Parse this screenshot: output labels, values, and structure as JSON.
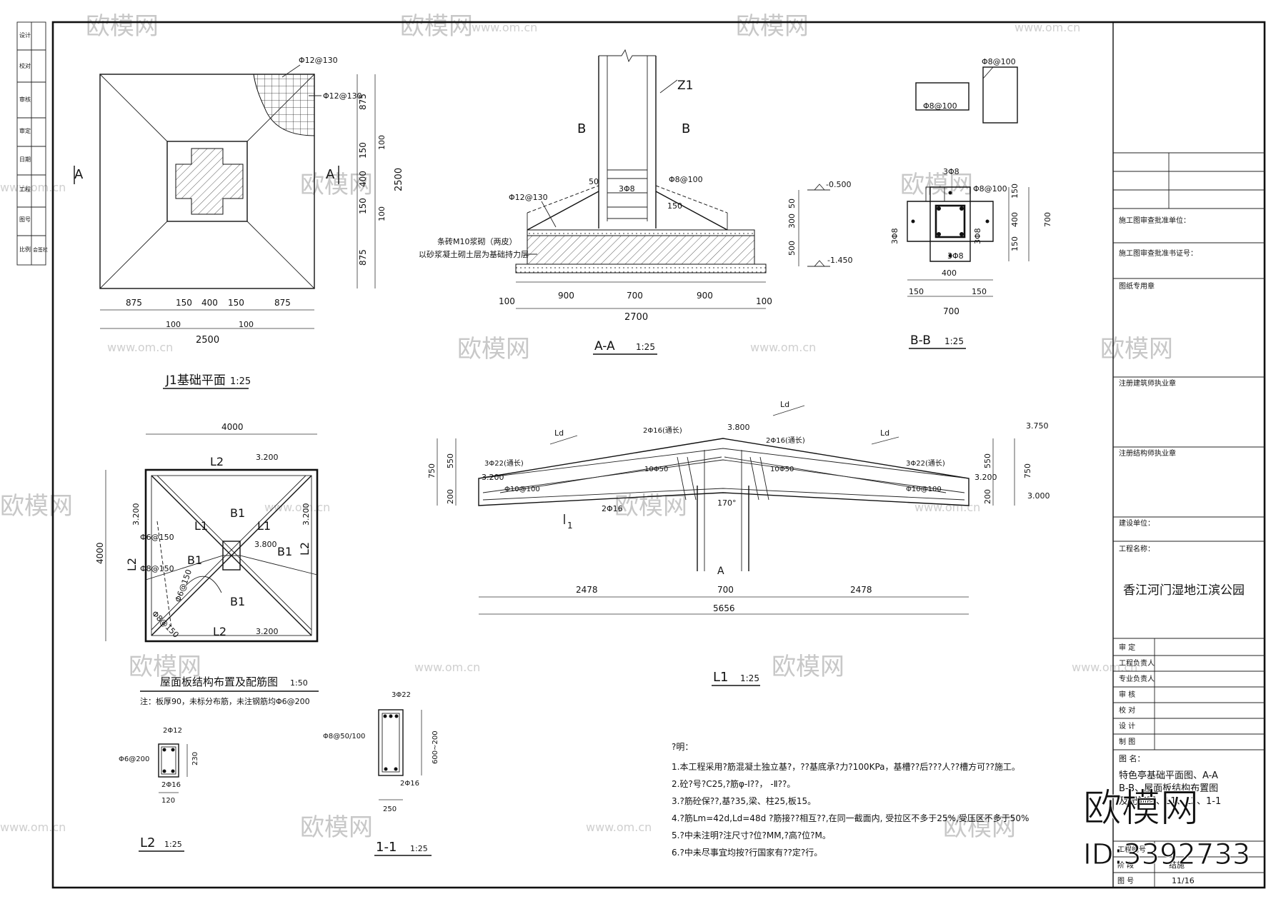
{
  "drawings": {
    "j1_plan": {
      "title": "J1基础平面",
      "scale": "1:25",
      "rebar_top": "Φ12@130",
      "rebar_side": "Φ12@130",
      "section_mark": "A",
      "dims_bottom": [
        "875",
        "150",
        "400",
        "150",
        "875"
      ],
      "dims_bottom_sub": [
        "100",
        "100"
      ],
      "dim_total": "2500",
      "dims_right": [
        "875",
        "150",
        "400",
        "150",
        "875"
      ],
      "dims_right_sub": [
        "100",
        "100"
      ],
      "dim_total_right": "2500"
    },
    "section_aa": {
      "title": "A-A",
      "scale": "1:25",
      "column_mark": "Z1",
      "section_mark": "B",
      "rebar_col": "Φ8@100",
      "rebar_base": "Φ12@130",
      "rebar_small": "3Φ8",
      "dim_50": "50",
      "dim_150": "150",
      "note_line1": "条砖M10浆砌（两皮）",
      "note_line2": "以砂浆凝土砌土层为基础持力层",
      "dims": [
        "100",
        "900",
        "700",
        "900",
        "100"
      ],
      "dim_total": "2700",
      "elev_top": "-0.500",
      "elev_bottom": "-1.450",
      "side_dims": [
        "50",
        "300",
        "500"
      ]
    },
    "stirrups": {
      "rebar_a": "Φ8@100",
      "rebar_b": "Φ8@100"
    },
    "section_bb": {
      "title": "B-B",
      "scale": "1:25",
      "rebar_top": "3Φ8",
      "rebar_stirrup": "Φ8@100",
      "rebar_left": "3Φ8",
      "rebar_right": "3Φ8",
      "rebar_bottom": "3Φ8",
      "dims_right": [
        "150",
        "400",
        "150"
      ],
      "dim_total_right": "700",
      "dims_bottom": [
        "400",
        "150",
        "150"
      ],
      "dim_total": "700"
    },
    "roof_plan": {
      "title": "屋面板结构布置及配筋图",
      "scale": "1:50",
      "note": "注：板厚90，未标分布筋，未注钢筋均Φ6@200",
      "dim_top": "4000",
      "dim_left": "4000",
      "beam_l2": "L2",
      "beam_l1": "L1",
      "slab_b1": "B1",
      "elev_edge": "3.200",
      "elev_center": "3.800",
      "rebar_1": "Φ6@150",
      "rebar_2": "Φ8@150",
      "rebar_3": "Φ6@150",
      "rebar_4": "Φ8@150"
    },
    "l1_elev": {
      "title": "L1",
      "scale": "1:25",
      "elev_top": "3.800",
      "elev_right": "3.750",
      "elev_left": "3.200",
      "elev_right2": "3.200",
      "elev_base": "3.000",
      "rebar_top": "2Φ16(通长)",
      "rebar_top2": "2Φ16(通长)",
      "rebar_left": "3Φ22(通长)",
      "rebar_right": "3Φ22(通长)",
      "stirrup_l": "Φ10@100",
      "stirrup_r": "Φ10@100",
      "stirrup_c1": "10Φ50",
      "stirrup_c2": "10Φ50",
      "rebar_bottom": "2Φ16",
      "angle": "170°",
      "ld": "Ld",
      "dim_left_h": [
        "750",
        "550",
        "200"
      ],
      "dim_right_h": [
        "550",
        "750",
        "200"
      ],
      "dims": [
        "2478",
        "700",
        "2478"
      ],
      "dim_total": "5656",
      "section_mark": "1",
      "column_mark": "A"
    },
    "l2_section": {
      "title": "L2",
      "scale": "1:25",
      "rebar_top": "2Φ12",
      "rebar_stirrup": "Φ6@200",
      "rebar_bottom": "2Φ16",
      "dim_h": "230",
      "dim_w": "120"
    },
    "section_11": {
      "title": "1-1",
      "scale": "1:25",
      "rebar_top": "3Φ22",
      "rebar_stirrup": "Φ8@50/100",
      "rebar_bottom": "2Φ16",
      "dim_h": "600~200",
      "dim_w": "250"
    }
  },
  "notes": {
    "heading": "?明：",
    "items": [
      "1.本工程采用?筋混凝土独立基?，??基底承?力?100KPa，基槽??后???人??槽方可??施工。",
      "2.砼?号?C25,?筋φ-I??，    -Ⅱ??。",
      "3.?筋砼保??,基?35,梁、柱25,板15。",
      "4.?筋Lm=42d,Ld=48d  ?筋接??相互??,在同一截面内,      受拉区不多于25%,受压区不多于50%",
      "5.?中未注明?注尺寸?位?MM,?高?位?M。",
      "6.?中未尽事宜均按?行国家有??定?行。"
    ]
  },
  "titleblock": {
    "rows": [
      "施工图审查批准单位：",
      "施工图审查批准书证号：",
      "图纸专用章",
      "注册建筑师执业章",
      "注册结构师执业章",
      "建设单位：",
      "工程名称："
    ],
    "project": "香江河门湿地江滨公园",
    "sign_rows": [
      "审  定",
      "工程负责人",
      "专业负责人",
      "审  核",
      "校  对",
      "设  计",
      "制  图"
    ],
    "drawing_name_label": "图 名：",
    "drawing_name_1": "特色亭基础平面图、A-A",
    "drawing_name_2": "B-B、屋面板结构布置图",
    "drawing_name_3": "及配筋图、L1、L2、1-1",
    "work_no_label": "工程编号",
    "stage_label": "阶  段",
    "stage": "结施",
    "sheet_no_label": "图  号",
    "sheet_no": "11/16"
  },
  "left_strip": [
    "设计",
    "校对",
    "审核",
    "审定",
    "日期",
    "工程",
    "图号",
    "比例",
    "会签栏"
  ],
  "watermark": {
    "brand": "欧模网",
    "url": "www.om.cn",
    "id": "ID:3392733"
  }
}
